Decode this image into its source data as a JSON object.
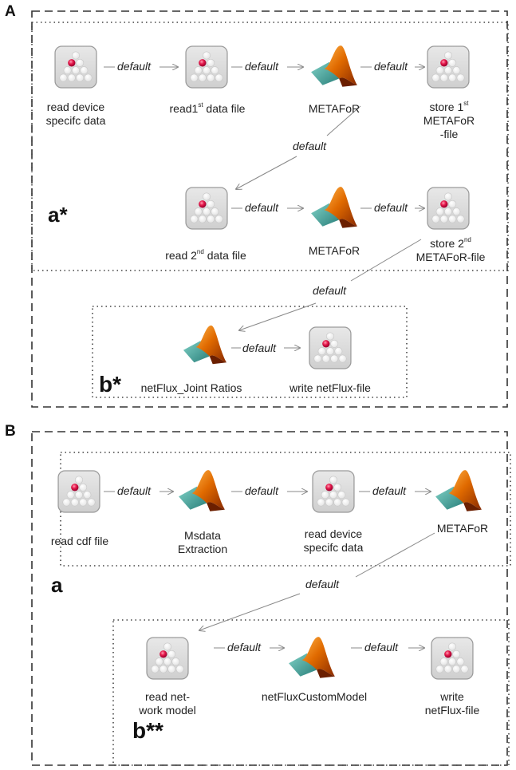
{
  "panels": {
    "A": {
      "letter": "A",
      "nodes": [
        {
          "label_html": "read device<br>specifc data"
        },
        {
          "label_html": "read1<sup>st</sup> data file"
        },
        {
          "label_html": "METAFoR"
        },
        {
          "label_html": "store 1<sup>st</sup><br>METAFoR<br>-file"
        },
        {
          "label_html": "read 2<sup>nd</sup> data file"
        },
        {
          "label_html": "METAFoR"
        },
        {
          "label_html": "store 2<sup>nd</sup><br>METAFoR-file"
        },
        {
          "label_html": "netFlux_Joint Ratios"
        },
        {
          "label_html": "write netFlux-file"
        }
      ],
      "edge_label": "default",
      "group_a": "a*",
      "group_b": "b*"
    },
    "B": {
      "letter": "B",
      "nodes": [
        {
          "label_html": "read cdf file"
        },
        {
          "label_html": "Msdata<br>Extraction"
        },
        {
          "label_html": "read device<br>specifc data"
        },
        {
          "label_html": "METAFoR"
        },
        {
          "label_html": "read net-<br>work model"
        },
        {
          "label_html": "netFluxCustomModel"
        },
        {
          "label_html": "write<br>netFlux-file"
        }
      ],
      "edge_label": "default",
      "group_a": "a",
      "group_b": "b**"
    }
  },
  "icons": {
    "reader_writer": "grey-box-pyramid-icon",
    "matlab": "matlab-logo-icon"
  },
  "colors": {
    "frame": "#333333",
    "icon_box": "#d9d9d9",
    "red_dot": "#e6194b",
    "arrow": "#888888"
  }
}
